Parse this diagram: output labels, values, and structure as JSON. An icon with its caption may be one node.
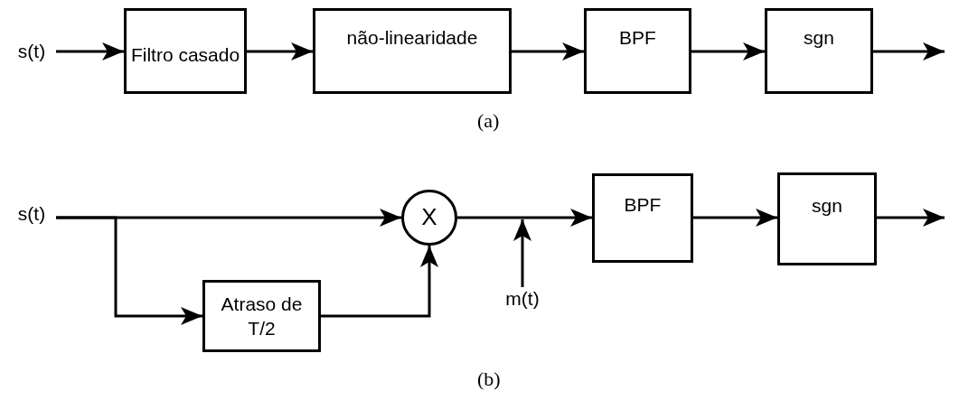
{
  "diagram": {
    "nodes": [
      {
        "text": [
          "s(t)"
        ]
      },
      {
        "text": [
          "Filtro casado"
        ]
      },
      {
        "text": [
          "não-linearidade"
        ]
      },
      {
        "text": [
          "BPF"
        ]
      },
      {
        "text": [
          "sgn"
        ]
      },
      {
        "text": [
          "s(t)"
        ]
      },
      {
        "text": [
          "X"
        ]
      },
      {
        "text": [
          "Atraso de T/2"
        ]
      },
      {
        "text": [
          "m(t)"
        ]
      },
      {
        "text": [
          "BPF"
        ]
      },
      {
        "text": [
          "sgn"
        ]
      }
    ],
    "edges": [
      {
        "from": 0,
        "to": 1,
        "arrow": "to"
      },
      {
        "from": 1,
        "to": 2,
        "arrow": "to"
      },
      {
        "from": 2,
        "to": 3,
        "arrow": "to"
      },
      {
        "from": 3,
        "to": 4,
        "arrow": "to"
      },
      {
        "from": 4,
        "to": null,
        "arrow": "to"
      },
      {
        "from": 5,
        "to": 6,
        "arrow": "to"
      },
      {
        "from": 5,
        "to": 7,
        "arrow": "to"
      },
      {
        "from": 7,
        "to": 6,
        "arrow": "to"
      },
      {
        "from": 6,
        "to": 9,
        "arrow": "to"
      },
      {
        "from": 8,
        "to": null,
        "arrow": "to"
      },
      {
        "from": 9,
        "to": 10,
        "arrow": "to"
      },
      {
        "from": 10,
        "to": null,
        "arrow": "to"
      }
    ],
    "labels": [
      "(a)",
      "(b)"
    ]
  }
}
